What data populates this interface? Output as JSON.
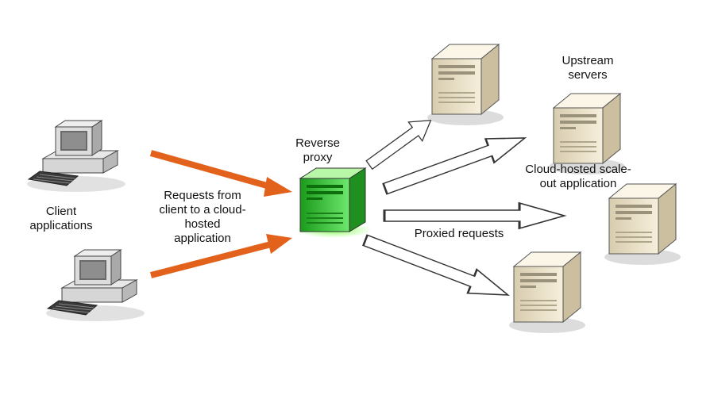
{
  "labels": {
    "client_applications": "Client\napplications",
    "requests": "Requests from\nclient to a cloud-\nhosted\napplication",
    "reverse_proxy": "Reverse\nproxy",
    "upstream_servers": "Upstream\nservers",
    "cloud_hosted": "Cloud-hosted scale-\nout application",
    "proxied_requests": "Proxied requests"
  },
  "colors": {
    "request_arrow": "#e2621b",
    "proxy_server": "#35c435",
    "server_body": "#efe6cf"
  }
}
